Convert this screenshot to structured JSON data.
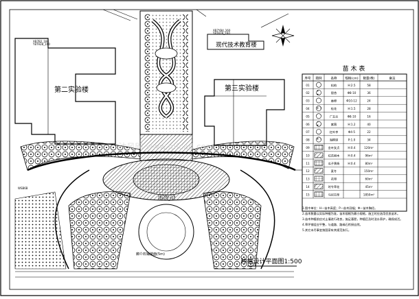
{
  "drawing": {
    "title": "种植设计平面图1:500",
    "buildings": {
      "left": "第二实验楼",
      "right": "第三实验楼",
      "top": "现代技术教育楼"
    },
    "small_labels": {
      "top_code": "XB7YB4_160",
      "top_code2": "Y8T82B_160",
      "left_code": "XB7B2_160",
      "left_code2": "Y8T92B_160",
      "center_code": "XB7YB4_278",
      "center_code2": "Y8T92B_160",
      "far_left": "WSB6B",
      "bottom_note": "廊介石铺装面(5m)"
    },
    "watermark": "沐风网 www.mfcad.com"
  },
  "schedule": {
    "title": "苗 木 表",
    "headers": [
      "序号",
      "图例",
      "名称",
      "规格(cm)",
      "数量(株)",
      "备注"
    ],
    "rows": [
      [
        "01",
        "",
        "松柏",
        "H:2.5",
        "58",
        ""
      ],
      [
        "02",
        "",
        "银杏",
        "Φ8-10",
        "36",
        ""
      ],
      [
        "03",
        "",
        "香樟",
        "Φ10-12",
        "24",
        ""
      ],
      [
        "04",
        "",
        "桂花",
        "H:1.5",
        "28",
        ""
      ],
      [
        "05",
        "",
        "广玉兰",
        "Φ8-10",
        "16",
        ""
      ],
      [
        "06",
        "",
        "紫薇",
        "H:1.2",
        "40",
        ""
      ],
      [
        "07",
        "",
        "红叶李",
        "Φ4-5",
        "22",
        ""
      ],
      [
        "08",
        "",
        "海桐球",
        "P:1.0",
        "34",
        ""
      ],
      [
        "09",
        "",
        "金叶女贞",
        "H:0.4",
        "120m²",
        ""
      ],
      [
        "10",
        "",
        "红花继木",
        "H:0.4",
        "96m²",
        ""
      ],
      [
        "11",
        "",
        "瓜子黄杨",
        "H:0.4",
        "80m²",
        ""
      ],
      [
        "12",
        "",
        "麦冬",
        "",
        "150m²",
        ""
      ],
      [
        "13",
        "",
        "花带",
        "",
        "60m²",
        ""
      ],
      [
        "14",
        "",
        "时令草花",
        "",
        "45m²",
        ""
      ],
      [
        "15",
        "",
        "马尼拉草",
        "",
        "1850m²",
        ""
      ]
    ],
    "notes": [
      "1.图中单位：H—苗木高度；P—苗木冠幅；Φ—苗木胸径。",
      "2.苗木数量以实际种植为准，苗木规格为最小规格，施工时应选用优良苗木。",
      "3.苗木种植前应对土壤进行改良，施足基肥，种植后及时浇水养护，确保成活。",
      "4.草坪铺设应平整，与道路、路缘石衔接自然。",
      "5.其它未尽事宜按国家有关规范执行。"
    ]
  }
}
